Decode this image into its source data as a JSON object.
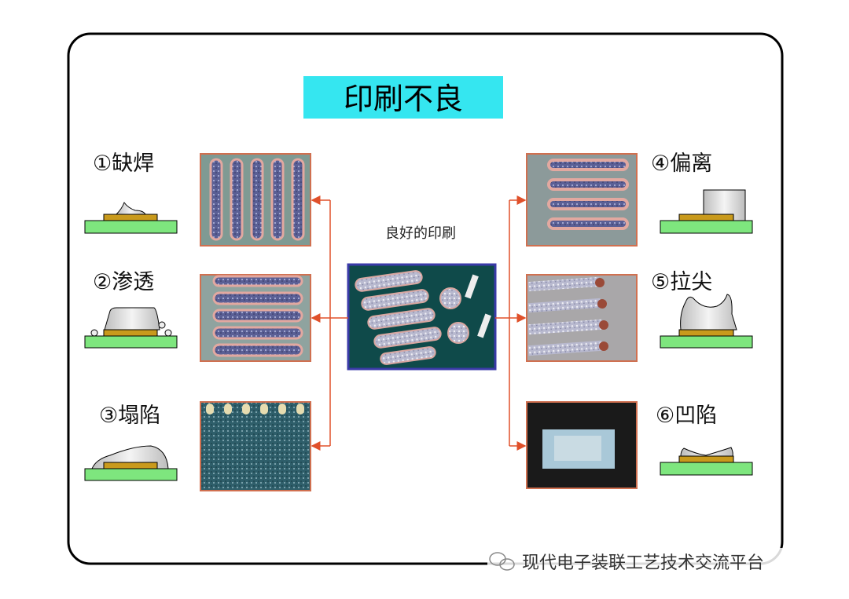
{
  "title": "印刷不良",
  "center_caption": "良好的印刷",
  "defects": [
    {
      "label": "①缺焊"
    },
    {
      "label": "②渗透"
    },
    {
      "label": "③塌陷"
    },
    {
      "label": "④偏离"
    },
    {
      "label": "⑤拉尖"
    },
    {
      "label": "⑥凹陷"
    }
  ],
  "watermark": "现代电子装联工艺技术交流平台",
  "colors": {
    "title_bg": "#35e6f0",
    "connector": "#e0502a",
    "board": "#7ee67e",
    "pad": "#c99a1c",
    "paste": "#d8d8d8"
  }
}
